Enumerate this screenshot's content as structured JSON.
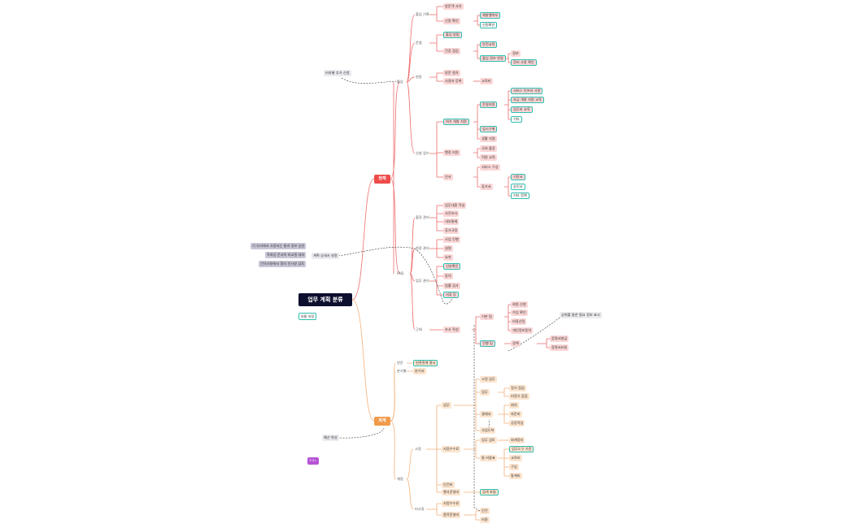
{
  "root": {
    "title": "업무 계획 분류",
    "note": "자율 저장"
  },
  "tag": "ㄹㅁㄴ",
  "main": {
    "current": "현재",
    "future": "회계"
  },
  "red": {
    "l1": [
      "출입",
      "운영",
      "현장",
      "근태",
      "FAQ"
    ],
    "l2": [
      "출입 기록",
      "인원",
      "예약",
      "신청 접수",
      "출장 관리",
      "현장 관리",
      "참석 여부",
      "업무 관리",
      "조사 작성"
    ],
    "l3": [
      "방문객 사유",
      "신원 확인",
      "출입 방법",
      "건강 점검",
      "방문 절차",
      "사용자 등록",
      "여가 개발 지원",
      "행정 지원",
      "인사",
      "업무내용 작성",
      "사전조사",
      "내부통제",
      "휴가규정",
      "사업 진행",
      "자료",
      "설명",
      "요약",
      "신분확인",
      "동의",
      "법률 검사",
      "서류 등",
      "기본 팀",
      "진행 팀"
    ],
    "l4": [
      "재발행여부",
      "신원확인",
      "안전교육",
      "출입 정보 변경",
      "교육비",
      "운영지원",
      "임시구매",
      "생활 지원",
      "국외 출장",
      "직원 교육",
      "서비스 구성",
      "휴가서",
      "회원 신청",
      "가입 확인",
      "비용산정",
      "개인정보동의",
      "정책",
      "증명서발급",
      "증명서요청"
    ],
    "l5": [
      "정보",
      "장비 사용 확인",
      "서비스 인프라 사항",
      "자금 개발 지원 교육",
      "업무비 교육",
      "기타",
      "기안서",
      "승인서",
      "기타 정책"
    ]
  },
  "notes": [
    "비자별 추가 신청",
    "기 부서에서 사용자는 통과 정보 승인",
    "계획 상세서 설명",
    "학회성 문서의 비교원 대리",
    "건의사항에서 협의 전사항 검토",
    "상위를 통한 필요 정보 표시",
    "예산 편성"
  ],
  "orange": {
    "l1": [
      "연간",
      "분기별",
      "계정"
    ],
    "l2": [
      "연관관계 명시",
      "분기서",
      "고정",
      "비고정"
    ],
    "l3": [
      "업무",
      "지정수수료",
      "인건비",
      "행사운영비",
      "지정수수료",
      "품목운영비"
    ],
    "l4": [
      "고정 업무",
      "업무",
      "결제서",
      "사업도착",
      "업무 검토",
      "통 비용표",
      "검색 포털",
      "인건",
      "비용"
    ],
    "l5": [
      "정기 점검",
      "비정기 점검",
      "회의",
      "자문비",
      "공동작업",
      "회계정리",
      "업무도구 기준",
      "교육비",
      "구입",
      "통계비"
    ]
  }
}
